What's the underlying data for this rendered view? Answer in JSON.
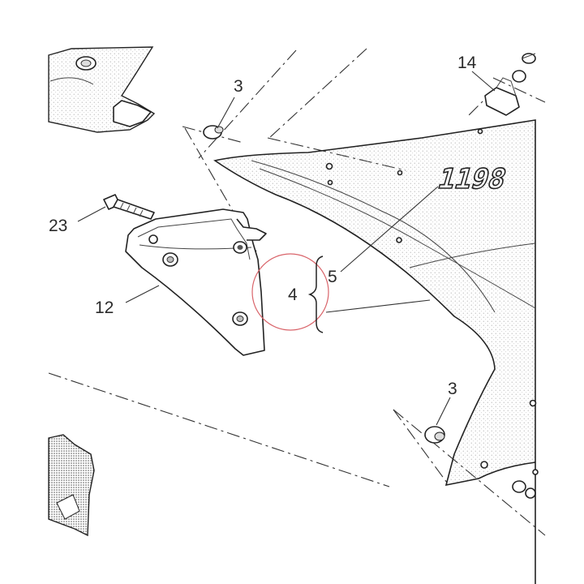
{
  "diagram": {
    "callouts": {
      "c3_top": "3",
      "c14": "14",
      "c23": "23",
      "c12": "12",
      "c4": "4",
      "c5": "5",
      "c3_bottom": "3"
    },
    "model_badge": "1198",
    "highlight_color": "#d9646a",
    "stipple_color": "#9a9a9a",
    "ink_color": "#222222"
  }
}
